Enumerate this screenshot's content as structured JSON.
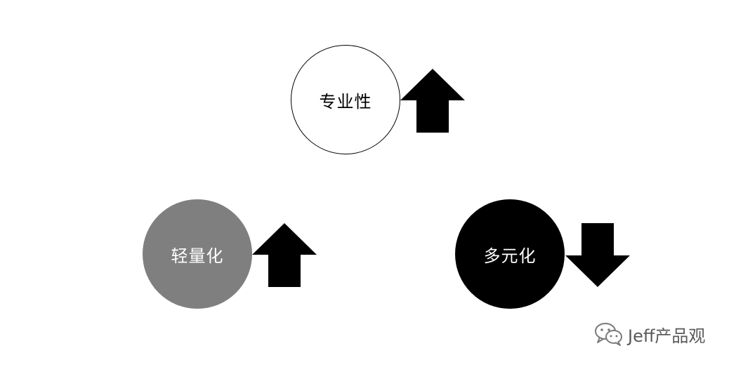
{
  "nodes": {
    "professional": {
      "label": "专业性",
      "trend": "up",
      "fill": "#ffffff",
      "text_color": "#000000"
    },
    "lightweight": {
      "label": "轻量化",
      "trend": "up",
      "fill": "#7f7f7f",
      "text_color": "#ffffff"
    },
    "diversified": {
      "label": "多元化",
      "trend": "down",
      "fill": "#000000",
      "text_color": "#ffffff"
    }
  },
  "watermark": {
    "icon": "wechat-icon",
    "text": "Jeff产品观"
  }
}
